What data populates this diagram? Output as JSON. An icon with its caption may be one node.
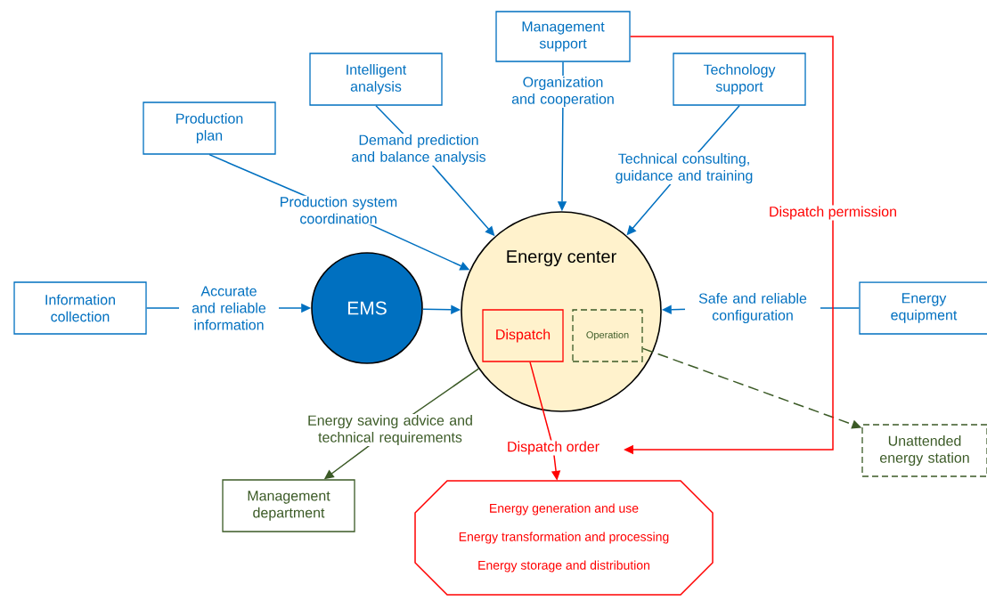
{
  "diagram": {
    "nodes": [
      {
        "text": [
          "Management support"
        ]
      },
      {
        "text": [
          "Intelligent analysis"
        ]
      },
      {
        "text": [
          "Technology support"
        ]
      },
      {
        "text": [
          "Production plan"
        ]
      },
      {
        "text": [
          "Information collection"
        ]
      },
      {
        "text": [
          "EMS"
        ]
      },
      {
        "text": [
          "Energy center"
        ]
      },
      {
        "text": [
          "Dispatch"
        ],
        "in": 6
      },
      {
        "text": [
          "Operation"
        ],
        "in": 6
      },
      {
        "text": [
          "Energy equipment"
        ]
      },
      {
        "text": [
          "Management department"
        ]
      },
      {
        "text": [
          "Unattended energy station"
        ]
      },
      {
        "text": [
          "Energy generation and use",
          "Energy transformation and processing",
          "Energy storage and distribution"
        ]
      }
    ],
    "edges": [
      {
        "from": 0,
        "to": 6,
        "arrow": "to",
        "label": "Organization and cooperation"
      },
      {
        "from": 1,
        "to": 6,
        "arrow": "to",
        "label": "Demand prediction and balance analysis"
      },
      {
        "from": 2,
        "to": 6,
        "arrow": "to",
        "label": "Technical consulting, guidance and training"
      },
      {
        "from": 3,
        "to": 6,
        "arrow": "to",
        "label": "Production system coordination"
      },
      {
        "from": 4,
        "to": 5,
        "arrow": "to",
        "label": "Accurate and reliable information"
      },
      {
        "from": 5,
        "to": 6,
        "arrow": "to"
      },
      {
        "from": 9,
        "to": 6,
        "arrow": "to",
        "label": "Safe and reliable configuration"
      },
      {
        "from": 6,
        "to": 10,
        "arrow": "to",
        "label": "Energy saving advice and technical requirements",
        "color": "#3b5a26"
      },
      {
        "from": 8,
        "to": 11,
        "arrow": "to",
        "style": "dashed",
        "color": "#3b5a26"
      },
      {
        "from": 7,
        "to": 12,
        "arrow": "to",
        "label": "Dispatch order",
        "color": "#ff0000"
      },
      {
        "from": 0,
        "to": null,
        "arrow": "to",
        "label": "Dispatch permission",
        "color": "#ff0000"
      }
    ]
  }
}
